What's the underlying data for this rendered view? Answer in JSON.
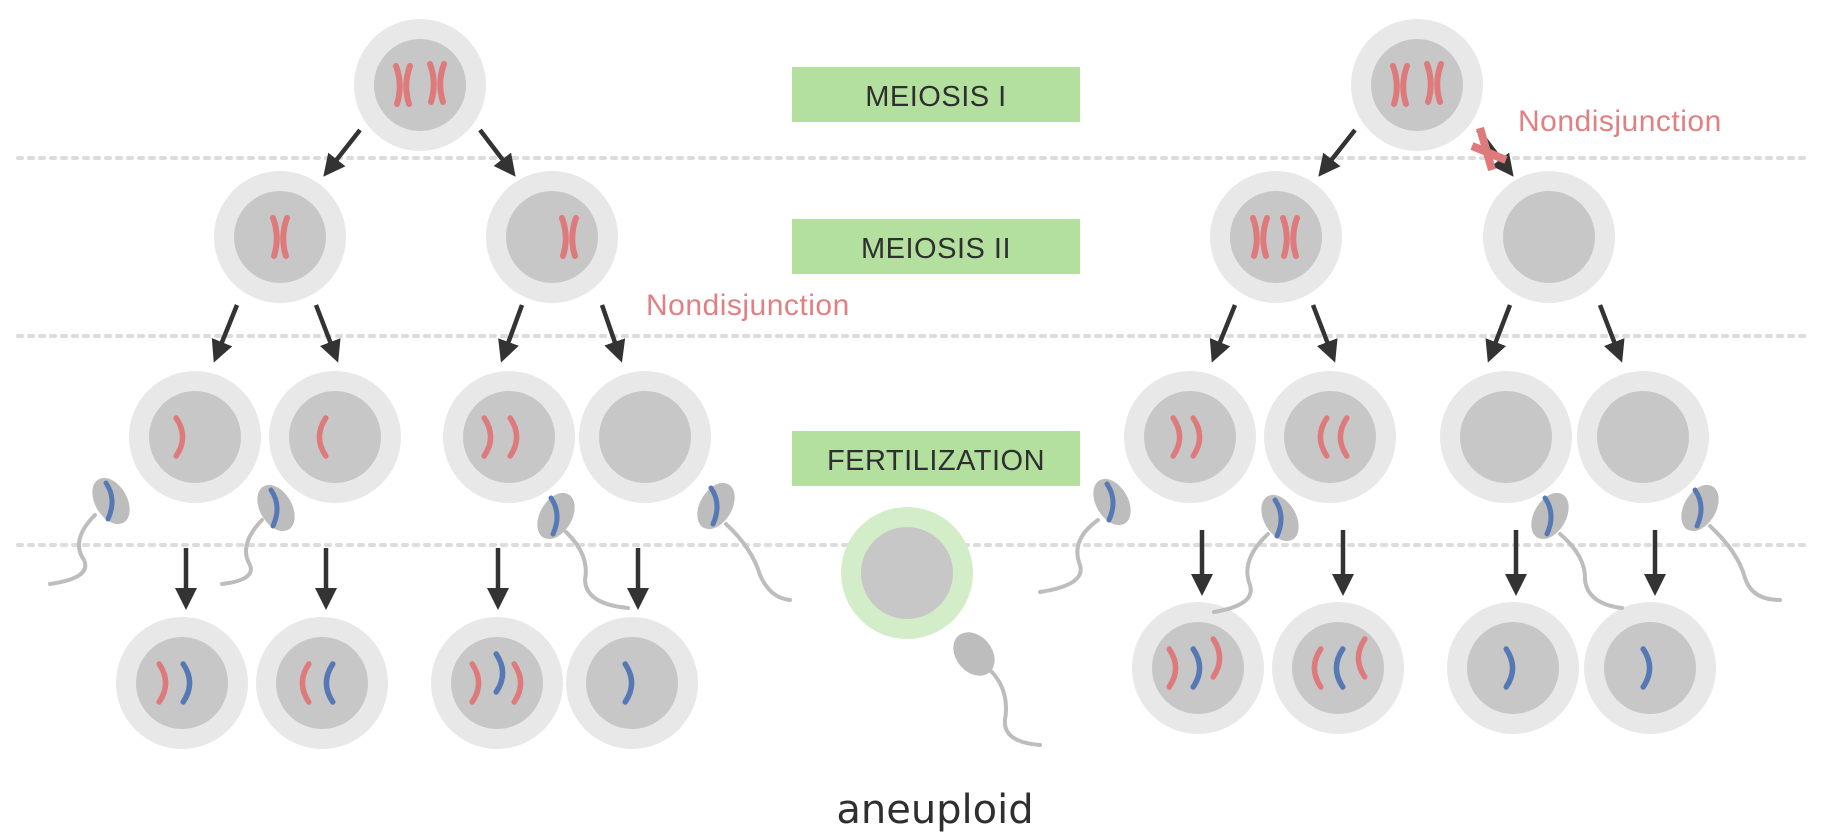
{
  "labels": {
    "meiosis_1": "MEIOSIS I",
    "meiosis_2": "MEIOSIS II",
    "fertilization": "FERTILIZATION",
    "nondisjunction_left": "Nondisjunction",
    "nondisjunction_right": "Nondisjunction",
    "caption": "aneuploid"
  },
  "colors": {
    "chromosome_maternal": "#de7a7c",
    "chromosome_paternal": "#5679b5",
    "cell_outer": "#e8e8e8",
    "cell_nucleus": "#c7c7c7",
    "egg_outer": "#d4edc9",
    "stage_box": "#b3df9f",
    "arrow": "#333333",
    "dotted_line": "#dcdcdc",
    "nondisjunction_text": "#e08083",
    "sperm": "#bdbdbd"
  },
  "scenarios": [
    {
      "name": "nondisjunction-in-meiosis-ii",
      "gametes": [
        "1 maternal",
        "1 maternal",
        "2 maternal",
        "0"
      ],
      "zygotes": [
        "2 (1 maternal + 1 paternal)",
        "2 (1 maternal + 1 paternal)",
        "3 (2 maternal + 1 paternal)",
        "1 (paternal)"
      ]
    },
    {
      "name": "nondisjunction-in-meiosis-i",
      "gametes": [
        "2 maternal",
        "2 maternal",
        "0",
        "0"
      ],
      "zygotes": [
        "3 (2 maternal + 1 paternal)",
        "3 (2 maternal + 1 paternal)",
        "1 (paternal)",
        "1 (paternal)"
      ]
    }
  ]
}
